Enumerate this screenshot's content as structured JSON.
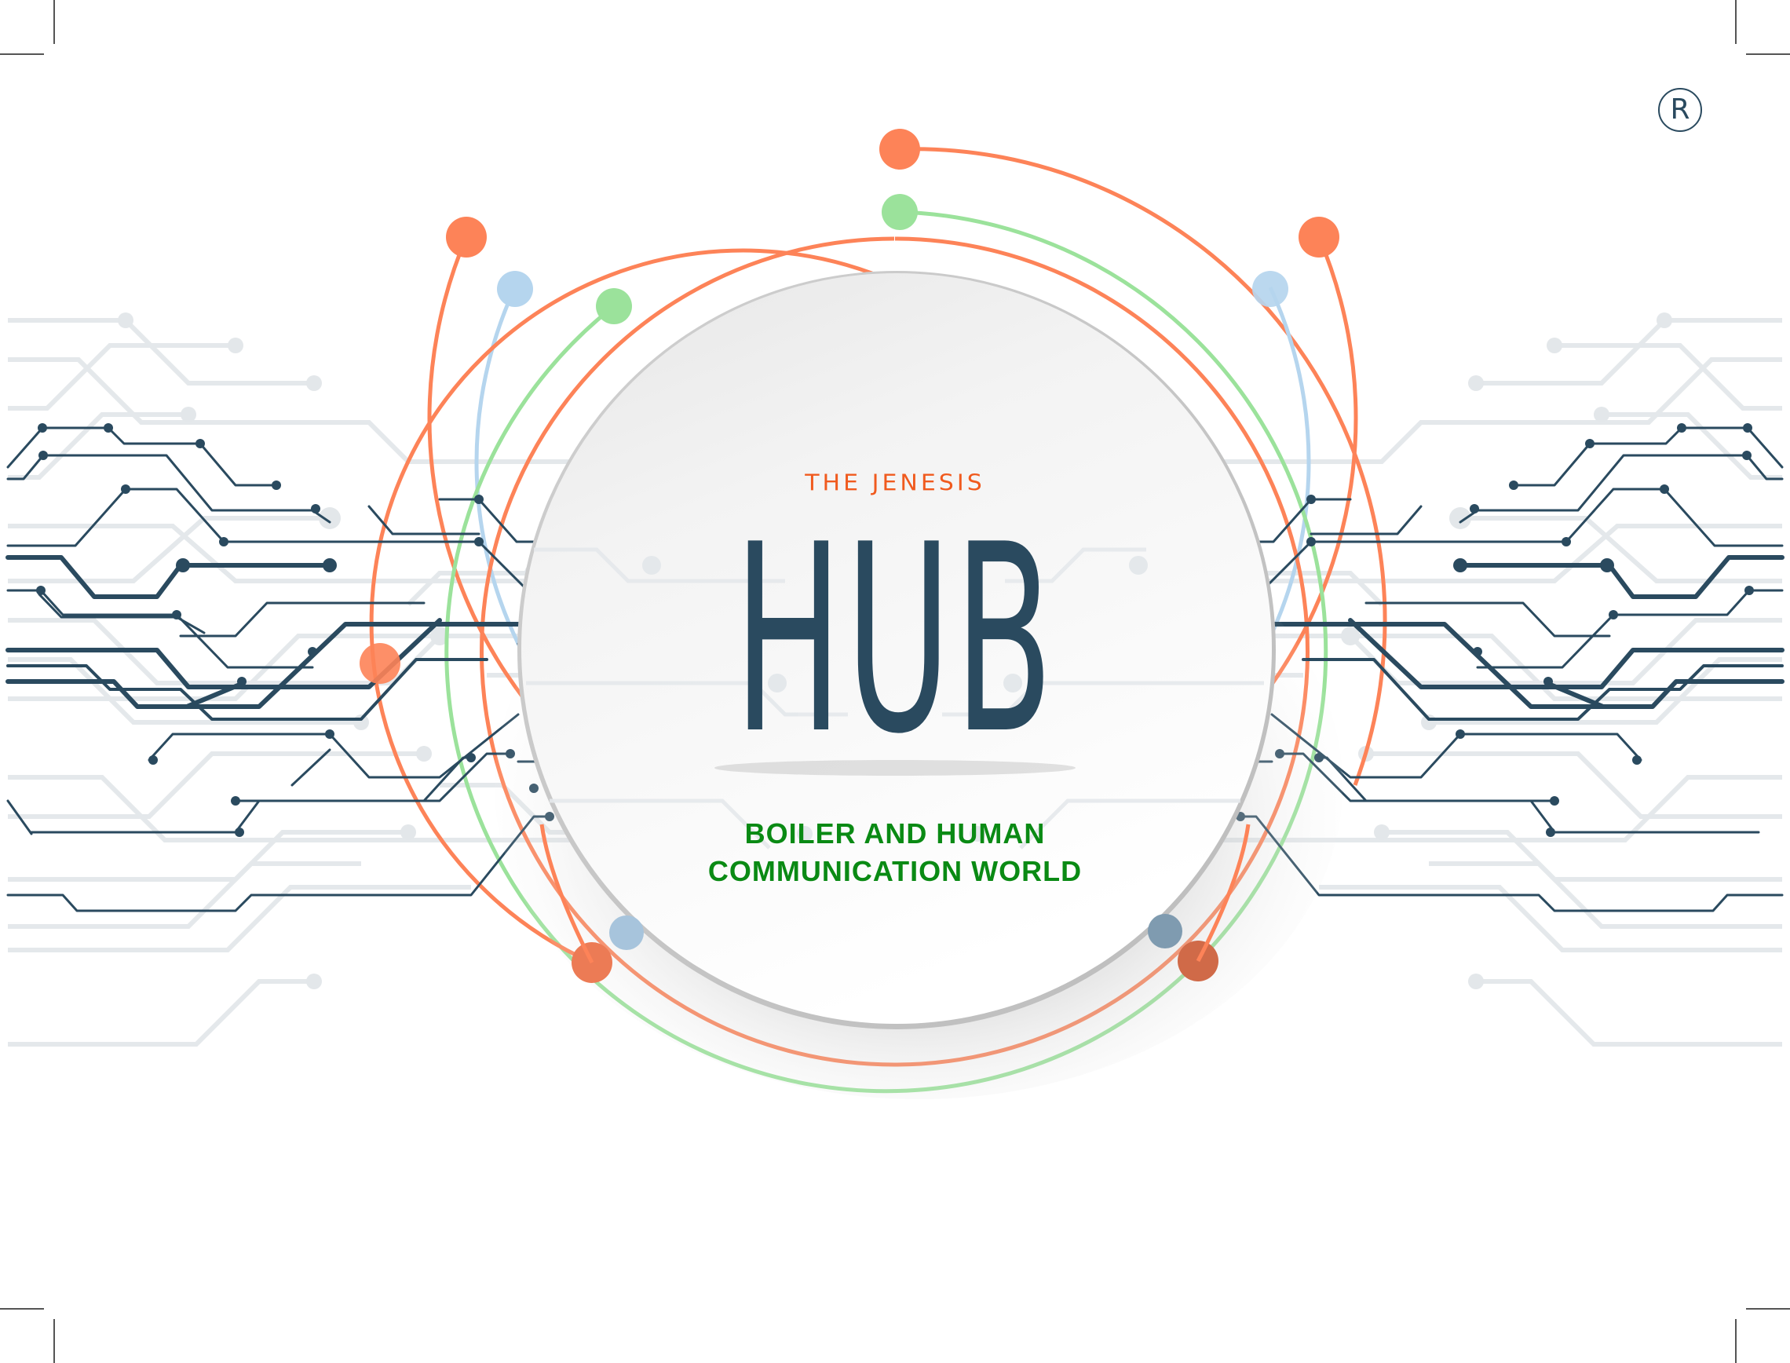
{
  "brand": {
    "prefix": "THE JENESIS",
    "title": "HUB",
    "tagline_line1": "BOILER AND HUMAN",
    "tagline_line2": "COMMUNICATION WORLD",
    "registered_mark": "R"
  },
  "colors": {
    "brand_orange": "#f05a1e",
    "title_navy": "#2a4a5f",
    "tagline_green": "#0a8a14",
    "ring_orange": "#fd8358",
    "ring_green": "#9be29b",
    "ring_blue": "#b5d5ee",
    "trace_dark": "#2a4a5f",
    "trace_light": "#dde3e8"
  },
  "icons": {
    "registered": "registered-trademark-icon",
    "crop_marks": "crop-mark-icon"
  }
}
